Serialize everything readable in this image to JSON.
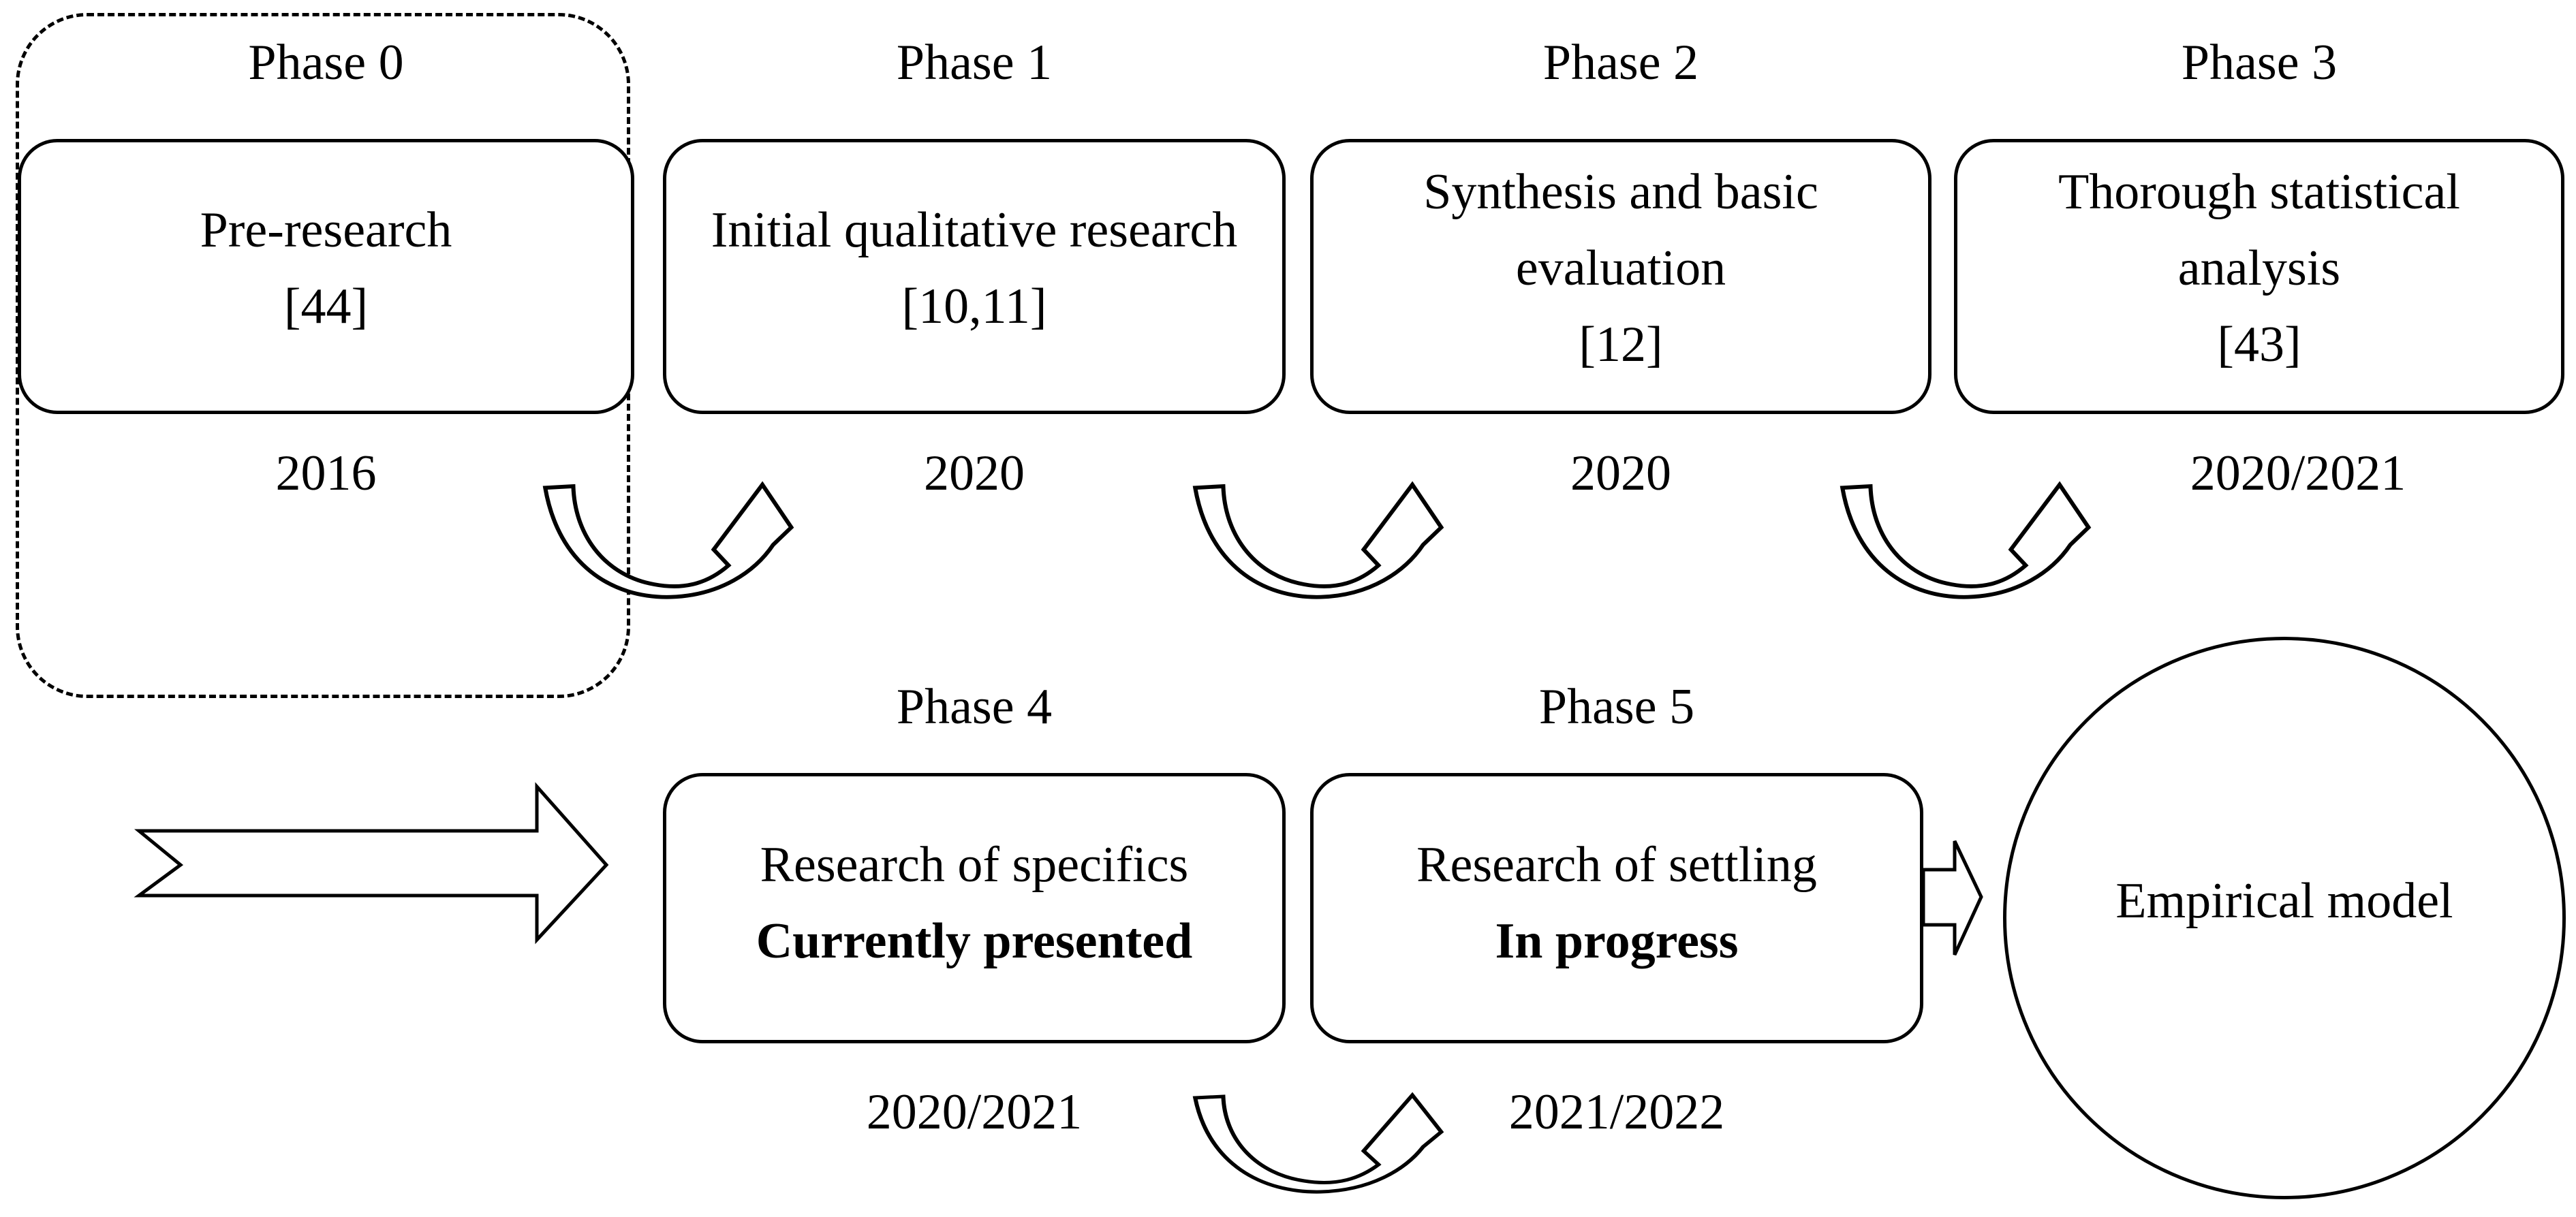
{
  "figure": {
    "title_hint": "research phases flow diagram",
    "colors": {
      "line": "#000000",
      "background": "#ffffff",
      "text": "#000000"
    },
    "top_row": {
      "phase0": {
        "label": "Phase 0",
        "line1": "Pre-research",
        "line2": "[44]",
        "year": "2016"
      },
      "phase1": {
        "label": "Phase 1",
        "line1": "Initial qualitative research",
        "line2": "[10,11]",
        "year": "2020"
      },
      "phase2": {
        "label": "Phase 2",
        "line1": "Synthesis and basic",
        "line2": "evaluation",
        "line3": "[12]",
        "year": "2020"
      },
      "phase3": {
        "label": "Phase 3",
        "line1": "Thorough statistical",
        "line2": "analysis",
        "line3": "[43]",
        "year": "2020/2021"
      }
    },
    "bottom_row": {
      "phase4": {
        "label": "Phase 4",
        "line1": "Research of specifics",
        "line2": "Currently presented",
        "year": "2020/2021"
      },
      "phase5": {
        "label": "Phase 5",
        "line1": "Research of settling",
        "line2": "In progress",
        "year": "2021/2022"
      }
    },
    "result": {
      "label": "Empirical model"
    }
  }
}
